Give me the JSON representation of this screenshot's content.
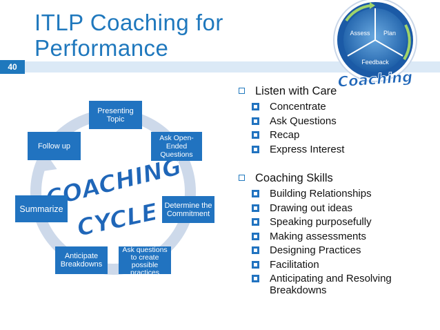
{
  "slide": {
    "title_line1": "ITLP Coaching for",
    "title_line2": "Performance",
    "number": "40"
  },
  "cycle": {
    "center_word_1": "COACHING",
    "center_word_2": "CYCLE",
    "steps": [
      "Presenting Topic",
      "Ask Open-Ended Questions",
      "Determine the Commitment",
      "Ask questions to create possible practices",
      "Anticipate Breakdowns",
      "Summarize",
      "Follow up"
    ]
  },
  "logo": {
    "assess": "Assess",
    "plan": "Plan",
    "feedback": "Feedback",
    "word": "Coaching"
  },
  "bullets": [
    {
      "heading": "Listen with Care",
      "items": [
        "Concentrate",
        "Ask Questions",
        "Recap",
        "Express Interest"
      ]
    },
    {
      "heading": "Coaching Skills",
      "items": [
        "Building Relationships",
        "Drawing out ideas",
        "Speaking purposefully",
        "Making assessments",
        "Designing Practices",
        "Facilitation",
        "Anticipating and Resolving Breakdowns"
      ]
    }
  ],
  "colors": {
    "accent": "#1f78bd",
    "box": "#2173c0",
    "band": "#dbe9f6",
    "ring": "#cdd9ea"
  }
}
